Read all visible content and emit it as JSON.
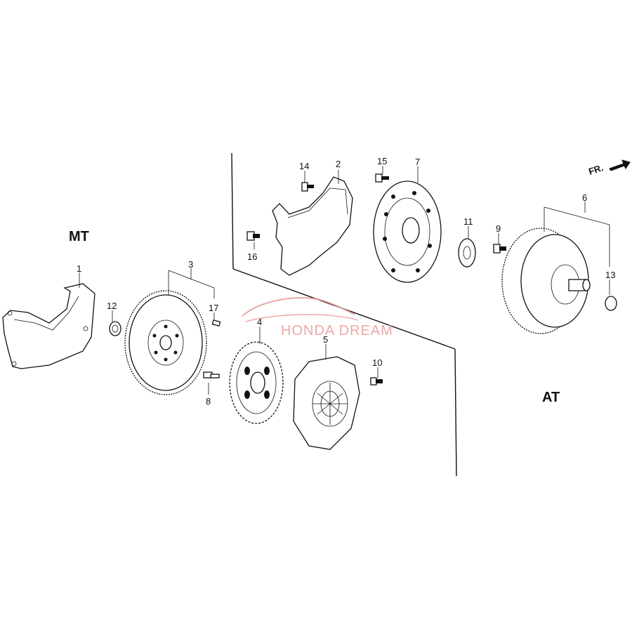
{
  "sections": {
    "mt_label": "MT",
    "at_label": "AT"
  },
  "direction_label": "FR.",
  "watermark": {
    "text": "HONDA DREAM",
    "color": "#e89a9a"
  },
  "callouts": [
    "1",
    "2",
    "3",
    "4",
    "5",
    "6",
    "7",
    "8",
    "9",
    "10",
    "11",
    "12",
    "13",
    "14",
    "15",
    "16",
    "17"
  ]
}
